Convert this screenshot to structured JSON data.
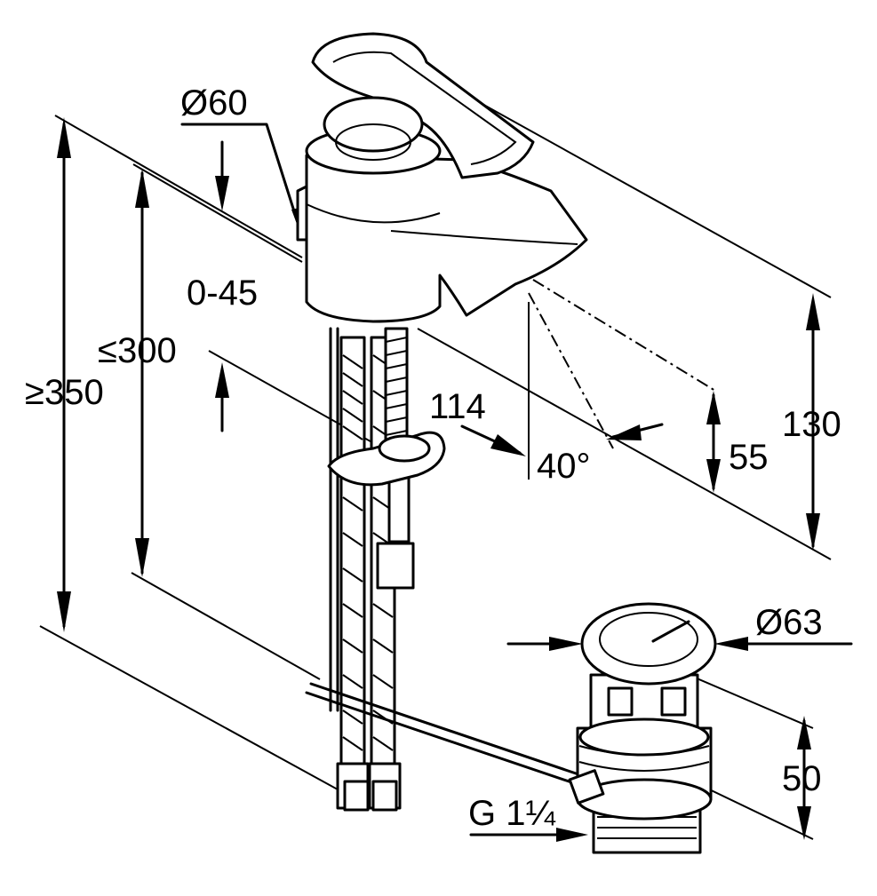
{
  "dimensions": {
    "body_diameter": "Ø60",
    "swivel_range": "0-45",
    "max_hose_length": "≤300",
    "min_height": "≥350",
    "spout_reach": "114",
    "spout_angle": "40°",
    "spout_height": "55",
    "total_height": "130",
    "waste_diameter": "Ø63",
    "waste_height": "50",
    "waste_thread": "G 1¼"
  },
  "colors": {
    "line": "#000000",
    "background": "#ffffff"
  }
}
